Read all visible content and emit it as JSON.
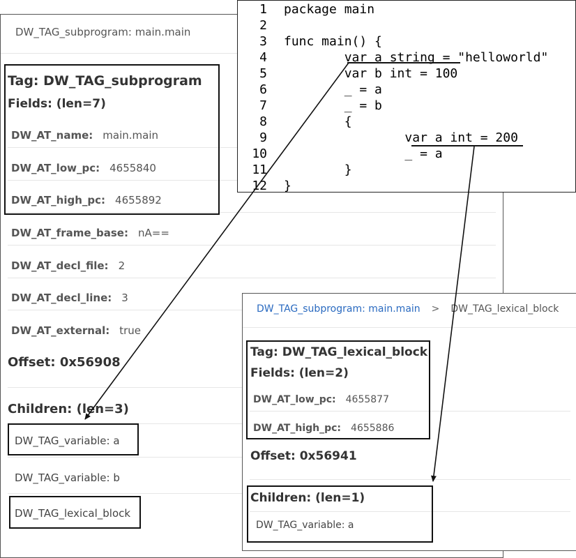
{
  "left": {
    "header": "DW_TAG_subprogram: main.main",
    "tag": "Tag: DW_TAG_subprogram",
    "fields_label": "Fields: (len=7)",
    "fields": [
      {
        "key": "DW_AT_name:",
        "value": "main.main"
      },
      {
        "key": "DW_AT_low_pc:",
        "value": "4655840"
      },
      {
        "key": "DW_AT_high_pc:",
        "value": "4655892"
      },
      {
        "key": "DW_AT_frame_base:",
        "value": "nA=="
      },
      {
        "key": "DW_AT_decl_file:",
        "value": "2"
      },
      {
        "key": "DW_AT_decl_line:",
        "value": "3"
      },
      {
        "key": "DW_AT_external:",
        "value": "true"
      }
    ],
    "offset": "Offset: 0x56908",
    "children_label": "Children: (len=3)",
    "children": [
      "DW_TAG_variable: a",
      "DW_TAG_variable: b",
      "DW_TAG_lexical_block"
    ]
  },
  "right": {
    "breadcrumb_link": "DW_TAG_subprogram: main.main",
    "breadcrumb_sep": ">",
    "breadcrumb_current": "DW_TAG_lexical_block",
    "tag": "Tag: DW_TAG_lexical_block",
    "fields_label": "Fields: (len=2)",
    "fields": [
      {
        "key": "DW_AT_low_pc:",
        "value": "4655877"
      },
      {
        "key": "DW_AT_high_pc:",
        "value": "4655886"
      }
    ],
    "offset": "Offset: 0x56941",
    "children_label": "Children: (len=1)",
    "children": [
      "DW_TAG_variable: a"
    ]
  },
  "code": {
    "line_numbers": [
      "1",
      "2",
      "3",
      "4",
      "5",
      "6",
      "7",
      "8",
      "9",
      "10",
      "11",
      "12"
    ],
    "lines": [
      "package main",
      "",
      "func main() {",
      "        var a string = \"helloworld\"",
      "        var b int = 100",
      "        _ = a",
      "        _ = b",
      "        {",
      "                var a int = 200",
      "                _ = a",
      "        }",
      "}"
    ]
  }
}
